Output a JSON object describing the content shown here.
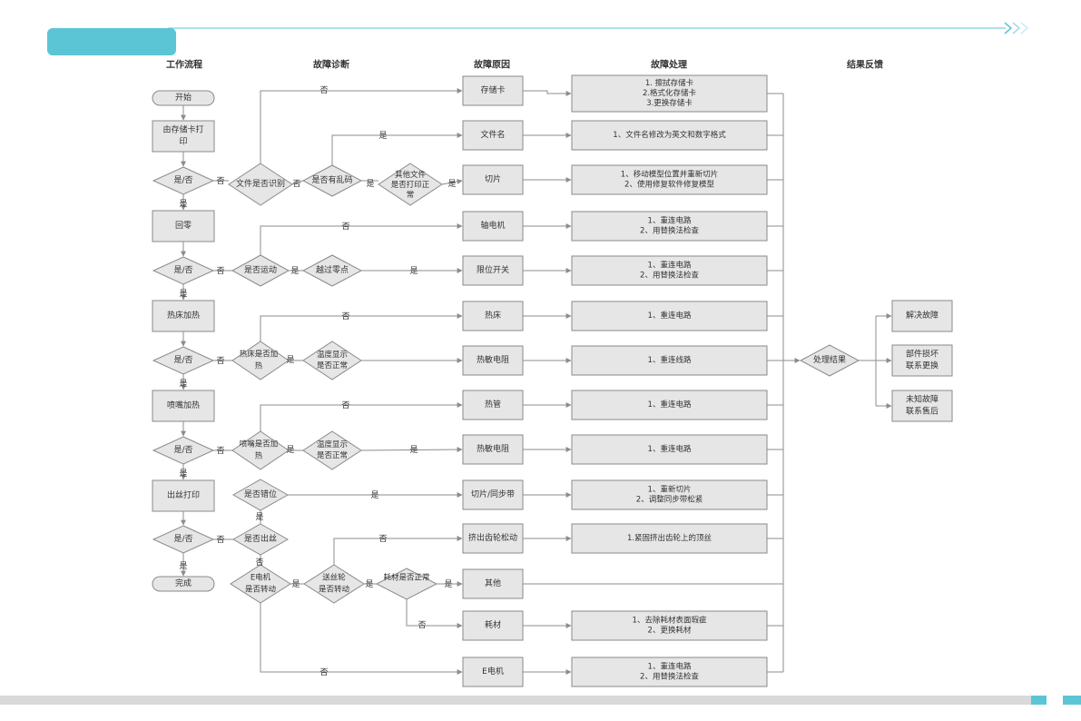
{
  "headers": {
    "workflow": "工作流程",
    "diagnosis": "故障诊断",
    "cause": "故障原因",
    "handling": "故障处理",
    "result": "结果反馈"
  },
  "colors": {
    "accent": "#5bc5d6",
    "box_fill": "#e6e6e6",
    "box_stroke": "#8a8a8a",
    "line": "#8c8c8c",
    "bottom_bar": "#d9d9d9"
  },
  "icons": {
    "header_chevrons": "double-chevron-right"
  },
  "workflow": {
    "start": "开始",
    "print_from_card": "由存储卡打印",
    "home": "回零",
    "bed_heat": "热床加热",
    "nozzle_heat": "喷嘴加热",
    "extrude_print": "出丝打印",
    "finish": "完成",
    "check": "是/否"
  },
  "labels": {
    "yes": "是",
    "no": "否"
  },
  "diagnosis": {
    "file_recognized": "文件是否识别",
    "garbled": "是否有乱码",
    "other_files": "其他文件是否打印正常",
    "moving": "是否运动",
    "over_zero": "越过零点",
    "bed_heating": "热床是否加热",
    "bed_temp": "温度显示是否正常",
    "nozzle_heating": "喷嘴是否加热",
    "nozzle_temp": "温度显示是否正常",
    "misaligned": "是否错位",
    "extruding": "是否出丝",
    "e_motor": "E电机是否转动",
    "feed_wheel": "送丝轮是否转动",
    "filament_ok": "耗材是否正常"
  },
  "causes": {
    "card": "存储卡",
    "filename": "文件名",
    "slice": "切片",
    "axis_motor": "轴电机",
    "limit_switch": "限位开关",
    "hotbed": "热床",
    "thermistor1": "热敏电阻",
    "heat_pipe": "热管",
    "thermistor2": "热敏电阻",
    "slice_belt": "切片/同步带",
    "gear_loose": "挤出齿轮松动",
    "other": "其他",
    "filament": "耗材",
    "e_motor": "E电机"
  },
  "handling": {
    "card": [
      "1. 擦拭存储卡",
      "2.格式化存储卡",
      "3.更换存储卡"
    ],
    "filename": [
      "1、文件名修改为英文和数字格式"
    ],
    "slice": [
      "1、移动模型位置并重新切片",
      "2、使用修复软件修复模型"
    ],
    "axis_motor": [
      "1、重连电路",
      "2、用替换法检查"
    ],
    "limit_switch": [
      "1、重连电路",
      "2、用替换法检查"
    ],
    "hotbed": [
      "1、重连电路"
    ],
    "thermistor1": [
      "1、重连线路"
    ],
    "heat_pipe": [
      "1、重连电路"
    ],
    "thermistor2": [
      "1、重连电路"
    ],
    "slice_belt": [
      "1、重新切片",
      "2、调整同步带松紧"
    ],
    "gear_loose": [
      "1.紧固挤出齿轮上的顶丝"
    ],
    "filament": [
      "1、去除耗材表面瑕疵",
      "2、更换耗材"
    ],
    "e_motor": [
      "1、重连电路",
      "2、用替换法检查"
    ]
  },
  "result": {
    "process": "处理结果",
    "solved": "解决故障",
    "part_broken": [
      "部件损坏",
      "联系更换"
    ],
    "unknown": [
      "未知故障",
      "联系售后"
    ]
  }
}
